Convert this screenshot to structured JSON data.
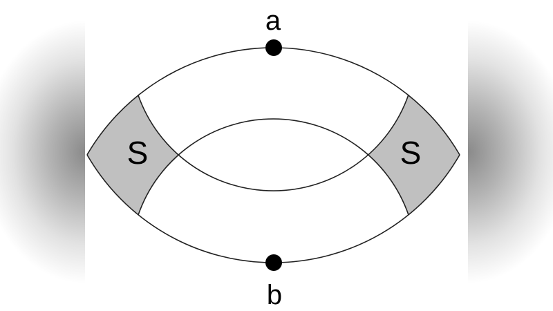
{
  "diagram": {
    "description": "Two overlapping lens-shaped rings with shaded regions S at left and right, points a (top) and b (bottom)",
    "labels": {
      "top_point": "a",
      "bottom_point": "b",
      "left_region": "S",
      "right_region": "S"
    },
    "colors": {
      "region_fill": "#c0c0c0",
      "stroke": "#222222",
      "point": "#000000",
      "background": "#ffffff"
    }
  }
}
